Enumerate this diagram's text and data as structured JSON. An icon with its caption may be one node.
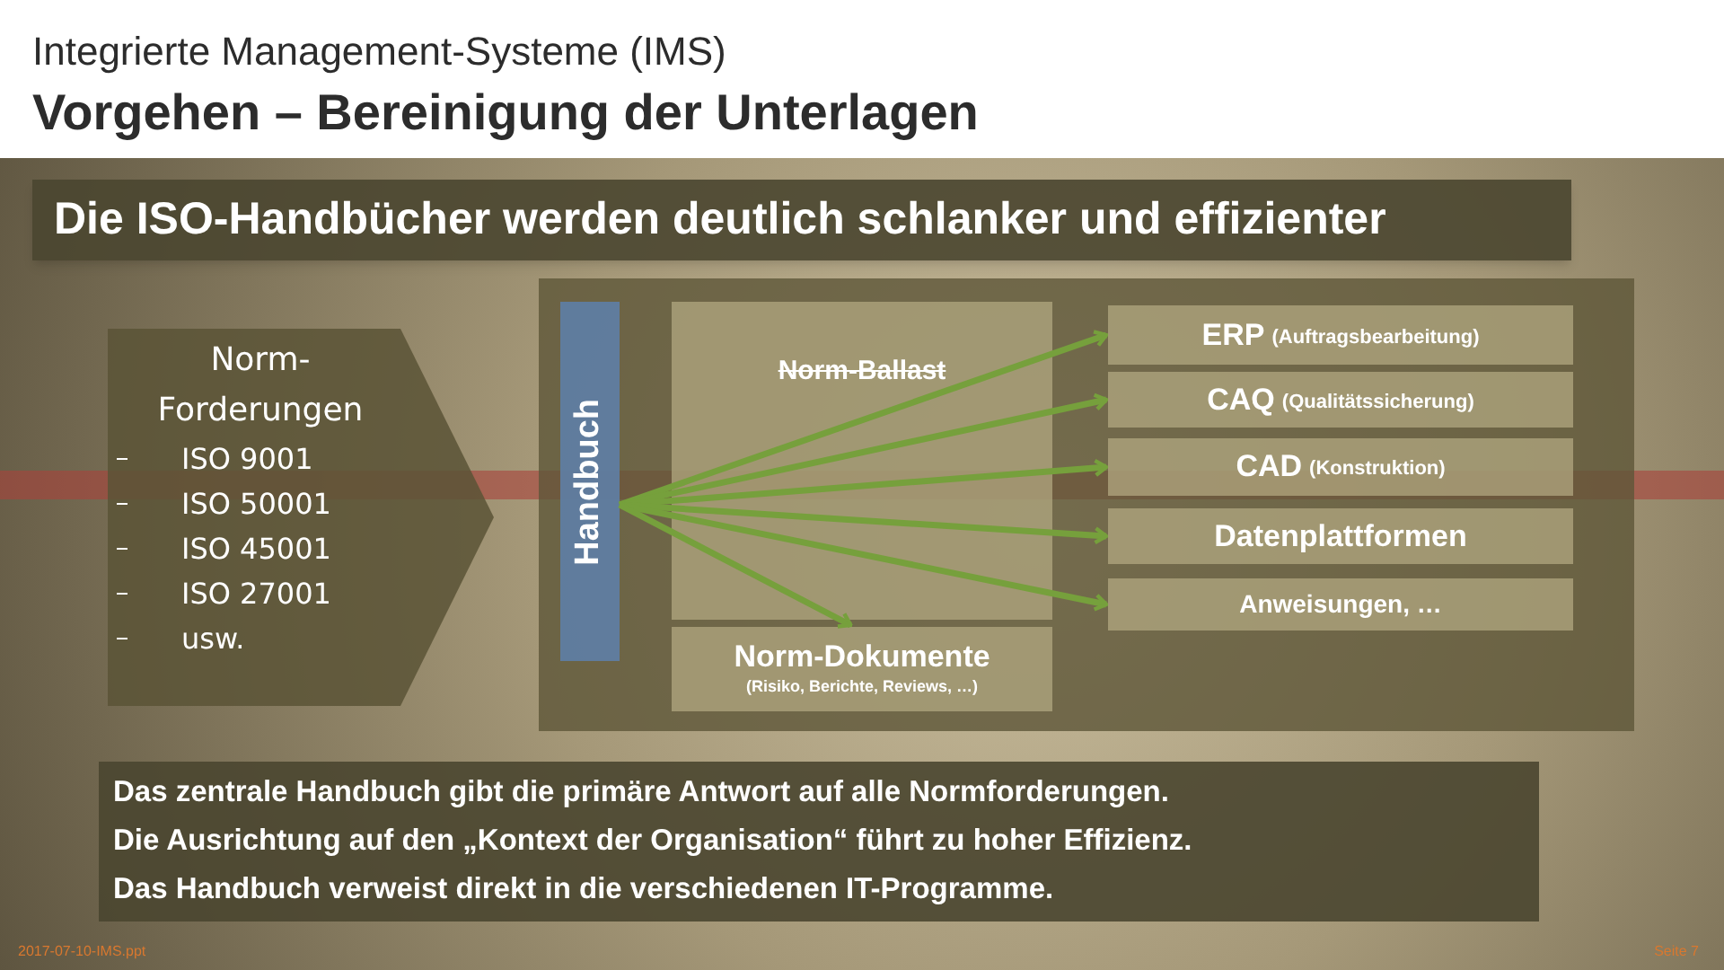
{
  "diagram": {
    "nodes": [
      {
        "text": [
          "Die ISO-Handbücher werden deutlich schlanker und effizienter"
        ]
      },
      {
        "text": [
          "Norm-Forderungen",
          "ISO 9001",
          "ISO 50001",
          "ISO 45001",
          "ISO 27001",
          "usw."
        ]
      },
      {
        "text": [
          "Handbuch"
        ]
      },
      {
        "text": [
          "Norm-Dokumente",
          "(Risiko, Berichte, Reviews, …)"
        ]
      },
      {
        "text": [
          "ERP",
          "(Auftragsbearbeitung)"
        ]
      },
      {
        "text": [
          "CAQ",
          "(Qualitätssicherung)"
        ]
      },
      {
        "text": [
          "CAD",
          "(Konstruktion)"
        ]
      },
      {
        "text": [
          "Datenplattformen"
        ]
      },
      {
        "text": [
          "Anweisungen, …"
        ]
      },
      {
        "text": [
          "Das zentrale Handbuch gibt die primäre Antwort auf alle Normforderungen.",
          "Die Ausrichtung auf den „Kontext der Organisation“ führt zu hoher Effizienz.",
          "Das Handbuch verweist direkt in die verschiedenen IT-Programme."
        ]
      }
    ],
    "edges": [
      {
        "from": 2,
        "to": 4,
        "arrow": "to"
      },
      {
        "from": 2,
        "to": 5,
        "arrow": "to"
      },
      {
        "from": 2,
        "to": 6,
        "arrow": "to"
      },
      {
        "from": 2,
        "to": 7,
        "arrow": "to"
      },
      {
        "from": 2,
        "to": 8,
        "arrow": "to"
      },
      {
        "from": 2,
        "to": 3,
        "arrow": "to"
      }
    ],
    "labels": [
      "Integrierte Management-Systeme (IMS)",
      "Vorgehen – Bereinigung der Unterlagen",
      "Norm-Ballast",
      "2017-07-10-IMS.ppt",
      "Seite 7"
    ]
  }
}
